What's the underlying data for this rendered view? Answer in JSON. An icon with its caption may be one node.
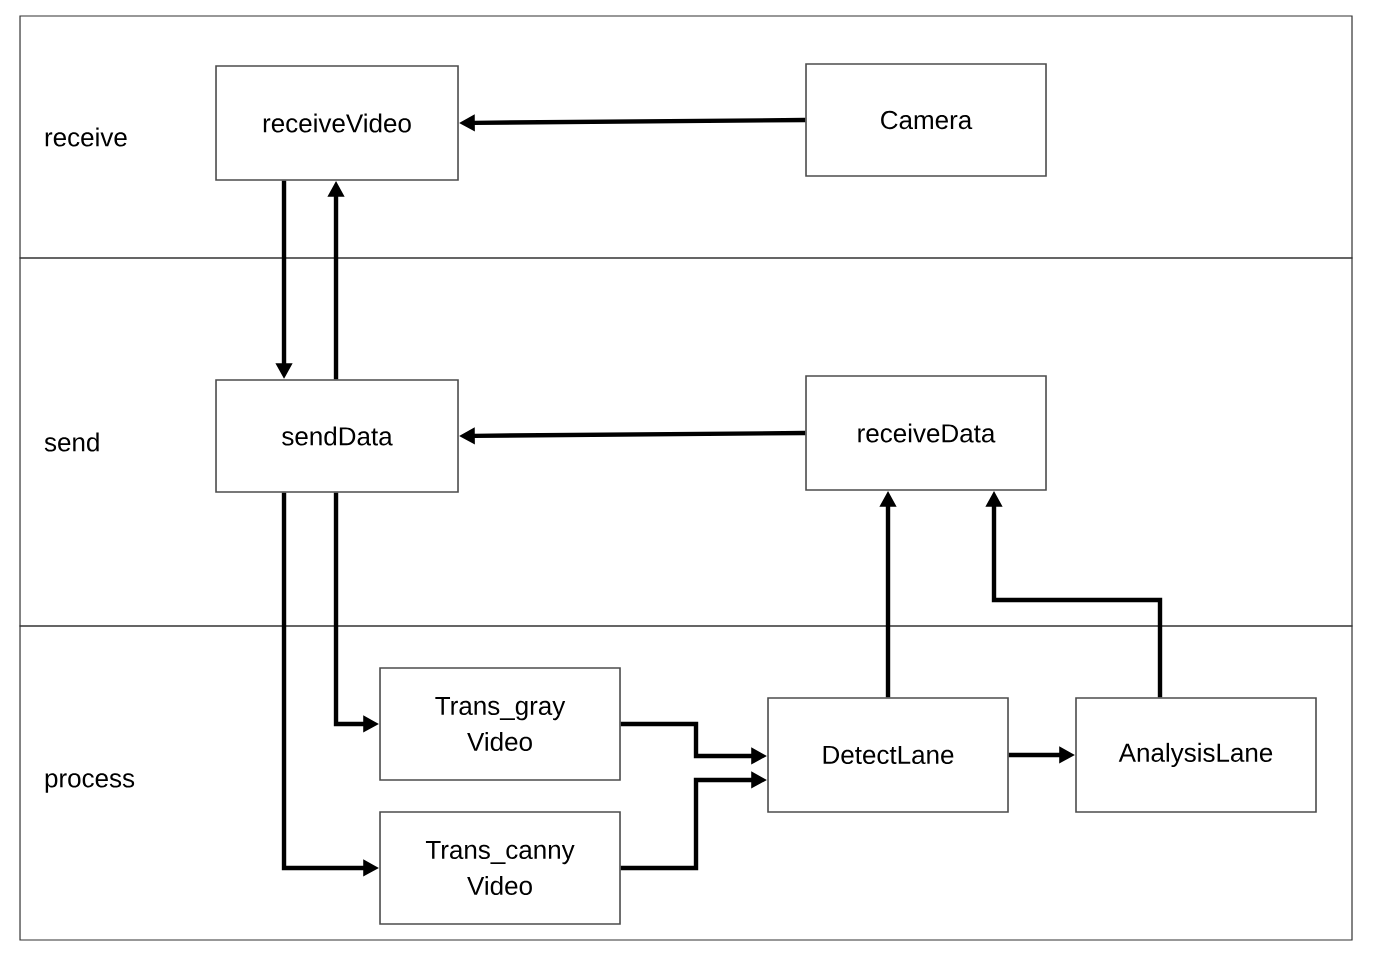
{
  "diagram": {
    "nodes": [
      {
        "text": [
          "receive"
        ]
      },
      {
        "text": [
          "send"
        ]
      },
      {
        "text": [
          "process"
        ]
      },
      {
        "text": [
          "receiveVideo"
        ],
        "in": 0
      },
      {
        "text": [
          "Camera"
        ],
        "in": 0
      },
      {
        "text": [
          "sendData"
        ],
        "in": 1
      },
      {
        "text": [
          "receiveData"
        ],
        "in": 1
      },
      {
        "text": [
          "Trans_gray Video"
        ],
        "in": 2
      },
      {
        "text": [
          "Trans_canny Video"
        ],
        "in": 2
      },
      {
        "text": [
          "DetectLane"
        ],
        "in": 2
      },
      {
        "text": [
          "AnalysisLane"
        ],
        "in": 2
      }
    ],
    "edges": [
      {
        "from": 4,
        "to": 3,
        "arrow": "to"
      },
      {
        "from": 3,
        "to": 5,
        "arrow": "to"
      },
      {
        "from": 5,
        "to": 3,
        "arrow": "to"
      },
      {
        "from": 6,
        "to": 5,
        "arrow": "to"
      },
      {
        "from": 5,
        "to": 7,
        "arrow": "to"
      },
      {
        "from": 5,
        "to": 8,
        "arrow": "to"
      },
      {
        "from": 7,
        "to": 9,
        "arrow": "to"
      },
      {
        "from": 8,
        "to": 9,
        "arrow": "to"
      },
      {
        "from": 9,
        "to": 10,
        "arrow": "to"
      },
      {
        "from": 9,
        "to": 6,
        "arrow": "to"
      },
      {
        "from": 10,
        "to": 6,
        "arrow": "to"
      }
    ]
  }
}
